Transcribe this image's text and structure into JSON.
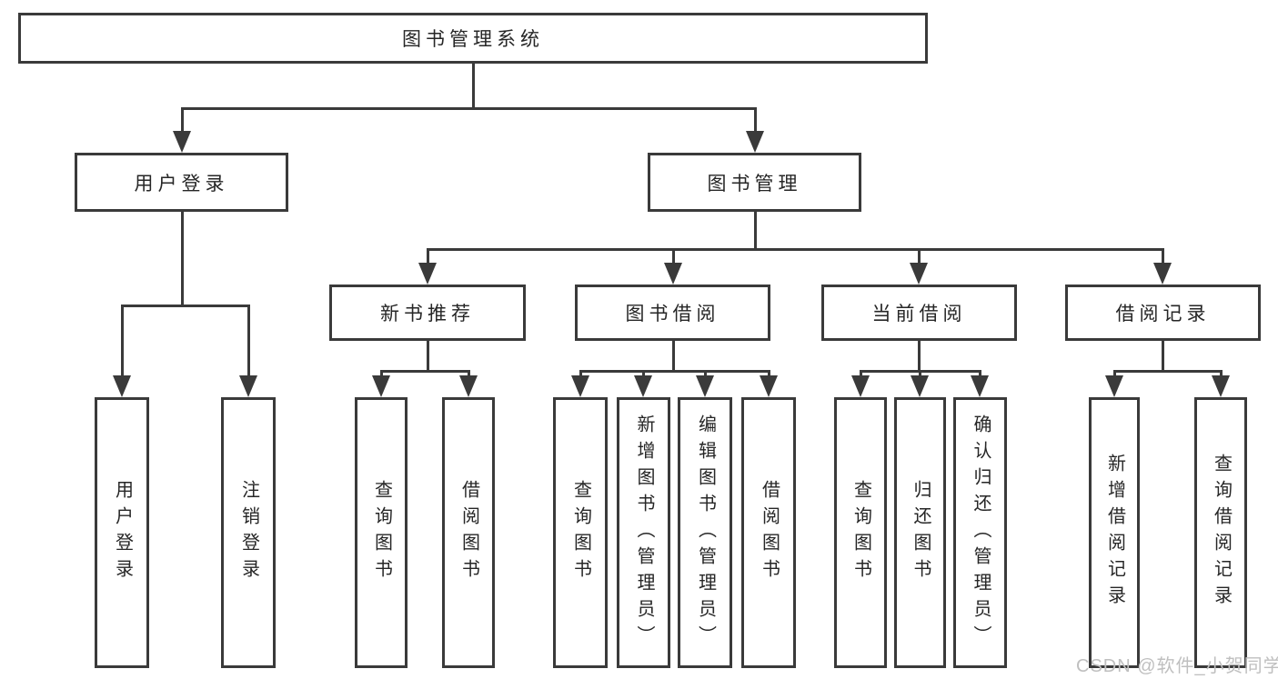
{
  "diagram": {
    "tree": {
      "root": {
        "label": "图书管理系统"
      },
      "branches": [
        {
          "label": "用户登录",
          "children": [
            {
              "label": "用户登录"
            },
            {
              "label": "注销登录"
            }
          ]
        },
        {
          "label": "图书管理",
          "children": [
            {
              "label": "新书推荐",
              "children": [
                {
                  "label": "查询图书"
                },
                {
                  "label": "借阅图书"
                }
              ]
            },
            {
              "label": "图书借阅",
              "children": [
                {
                  "label": "查询图书"
                },
                {
                  "label": "新增图书（管理员）"
                },
                {
                  "label": "编辑图书（管理员）"
                },
                {
                  "label": "借阅图书"
                }
              ]
            },
            {
              "label": "当前借阅",
              "children": [
                {
                  "label": "查询图书"
                },
                {
                  "label": "归还图书"
                },
                {
                  "label": "确认归还（管理员）"
                }
              ]
            },
            {
              "label": "借阅记录",
              "children": [
                {
                  "label": "新增借阅记录"
                },
                {
                  "label": "查询借阅记录"
                }
              ]
            }
          ]
        }
      ]
    }
  },
  "watermark": {
    "text": "CSDN @软件_小贺同学"
  },
  "colors": {
    "line": "#3a3a3a",
    "node_border": "#3a3a3a",
    "text": "#262626",
    "watermark": "#bfbfbf",
    "background": "#ffffff"
  }
}
